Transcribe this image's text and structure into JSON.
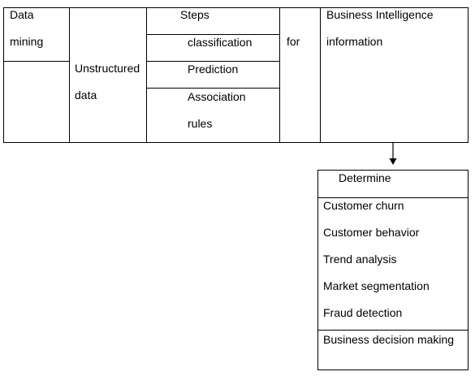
{
  "top_table": {
    "data_mining": {
      "line1": "Data",
      "line2": "mining"
    },
    "unstructured_data": {
      "line1": "Unstructured",
      "line2": "data"
    },
    "steps": {
      "header": "Steps",
      "items": [
        "classification",
        "Prediction",
        "Association",
        "rules"
      ]
    },
    "connector": "for",
    "business_intelligence": {
      "line1": "Business Intelligence",
      "line2": "information"
    }
  },
  "determine_box": {
    "header": "Determine",
    "items": [
      "Customer churn",
      "Customer behavior",
      "Trend analysis",
      "Market segmentation",
      "Fraud detection"
    ],
    "footer": "Business decision making"
  }
}
